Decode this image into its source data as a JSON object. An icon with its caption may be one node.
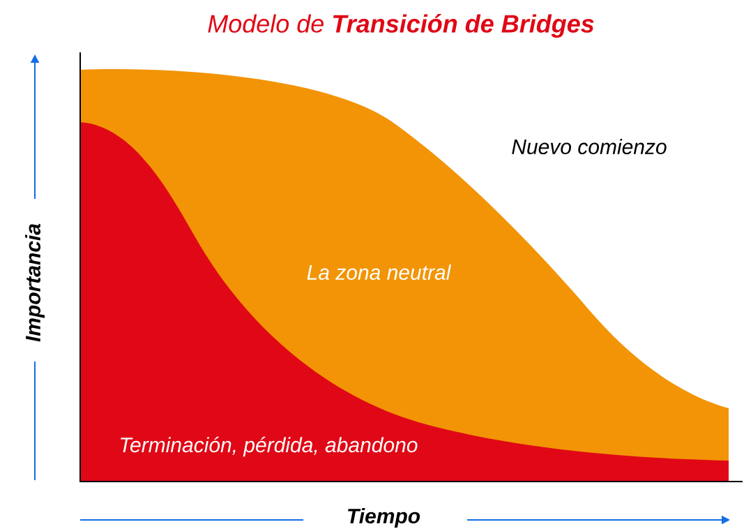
{
  "diagram": {
    "title": "Modelo de **Transición de Bridges**",
    "nodes": [
      {
        "text": [
          "La zona neutral"
        ]
      },
      {
        "text": [
          "Terminación, pérdida, abandono"
        ]
      }
    ],
    "labels": [
      "Nuevo comienzo",
      "Importancia",
      "Tiempo"
    ]
  }
}
